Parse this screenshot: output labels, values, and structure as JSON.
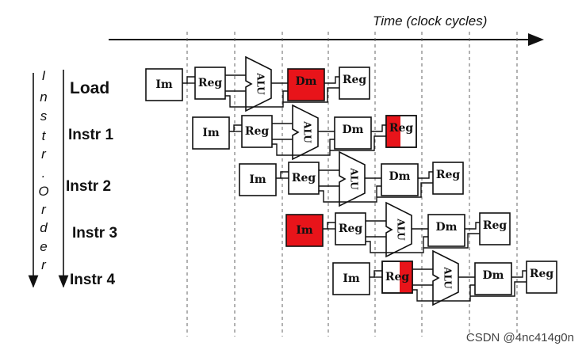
{
  "axis": {
    "label": "Time (clock cycles)"
  },
  "order_axis": {
    "letters": [
      "I",
      "n",
      "s",
      "t",
      "r",
      ".",
      "O",
      "r",
      "d",
      "e",
      "r"
    ]
  },
  "stages": {
    "im": "Im",
    "reg": "Reg",
    "alu": "ALU",
    "dm": "Dm",
    "wb": "Reg"
  },
  "rows": [
    {
      "label": "Load",
      "highlights": [
        "dm"
      ]
    },
    {
      "label": "Instr 1",
      "highlights": [
        "wb-half"
      ]
    },
    {
      "label": "Instr 2",
      "highlights": []
    },
    {
      "label": "Instr 3",
      "highlights": [
        "im"
      ]
    },
    {
      "label": "Instr 4",
      "highlights": [
        "reg-half"
      ]
    }
  ],
  "colors": {
    "highlight": "#e8141a",
    "line": "#111111",
    "grid": "#666666"
  },
  "watermark": "CSDN @4nc414g0n"
}
